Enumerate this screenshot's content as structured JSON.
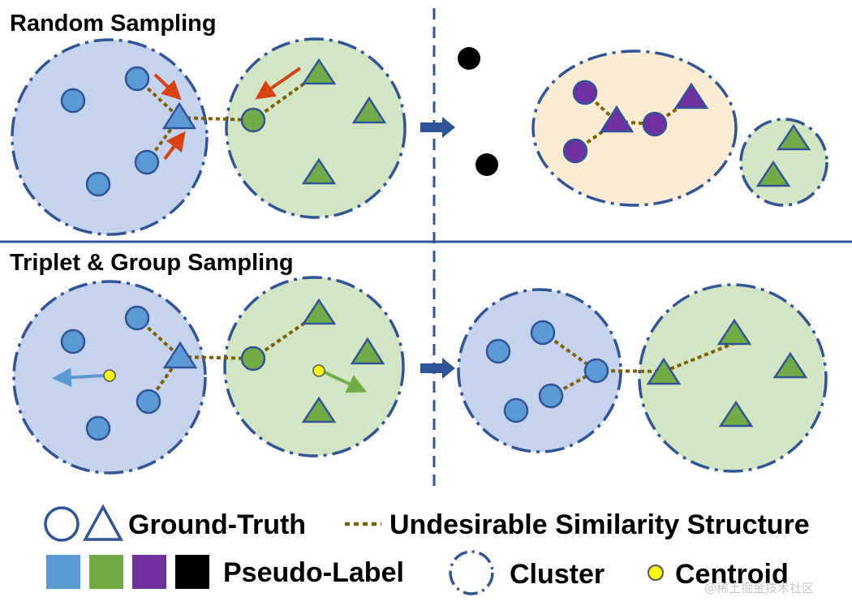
{
  "figure": {
    "sections": [
      {
        "title": "Random Sampling"
      },
      {
        "title": "Triplet & Group Sampling"
      }
    ],
    "legend": {
      "ground_truth": "Ground-Truth",
      "undesirable": "Undesirable Similarity Structure",
      "pseudo_label": "Pseudo-Label",
      "cluster": "Cluster",
      "centroid": "Centroid"
    },
    "watermark": "@稀土掘金技术社区"
  },
  "colors": {
    "blue_cluster": "#c5d3ef",
    "green_cluster": "#d3e6c4",
    "orange_cluster": "#fcecd3",
    "cluster_border": "#2f5497",
    "blue_node": "#5b9bd5",
    "green_node": "#70ad47",
    "purple_node": "#7030a0",
    "black_node": "#000000",
    "similarity_line": "#7f6000",
    "red_arrow": "#d9410e",
    "blue_arrow": "#5b9bd5",
    "green_arrow": "#70ad47",
    "transition_arrow": "#2e5597",
    "centroid": "#ffff00",
    "divider": "#2f5497"
  }
}
